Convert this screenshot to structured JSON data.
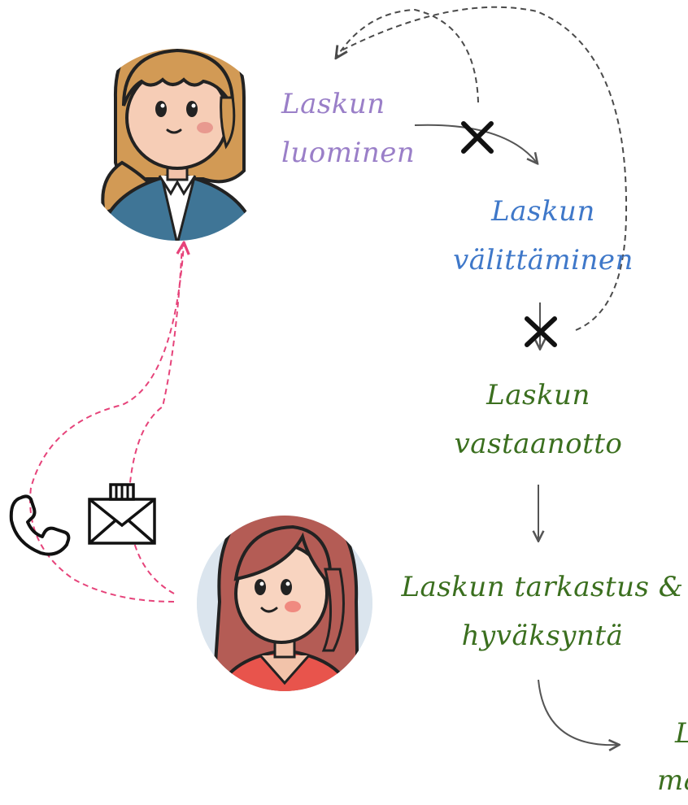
{
  "steps": {
    "creation": {
      "line1": "Laskun",
      "line2": "luominen"
    },
    "delivery": {
      "line1": "Laskun",
      "line2": "välittäminen"
    },
    "reception": {
      "line1": "Laskun",
      "line2": "vastaanotto"
    },
    "review": {
      "line1": "Laskun tarkastus &",
      "line2": "hyväksyntä"
    },
    "next": {
      "line1": "L",
      "line2": "ma"
    }
  },
  "colors": {
    "creation": "#9a7fc8",
    "delivery": "#3f78c9",
    "reception": "#3b6f1f",
    "review": "#3b6f1f",
    "contact_path": "#e6437a",
    "failed_path": "#4a4a4a",
    "flow": "#555555"
  },
  "icons": [
    "sender-avatar",
    "receiver-avatar",
    "phone-icon",
    "letter-icon",
    "blocked-x-icon",
    "blocked-x-icon"
  ]
}
